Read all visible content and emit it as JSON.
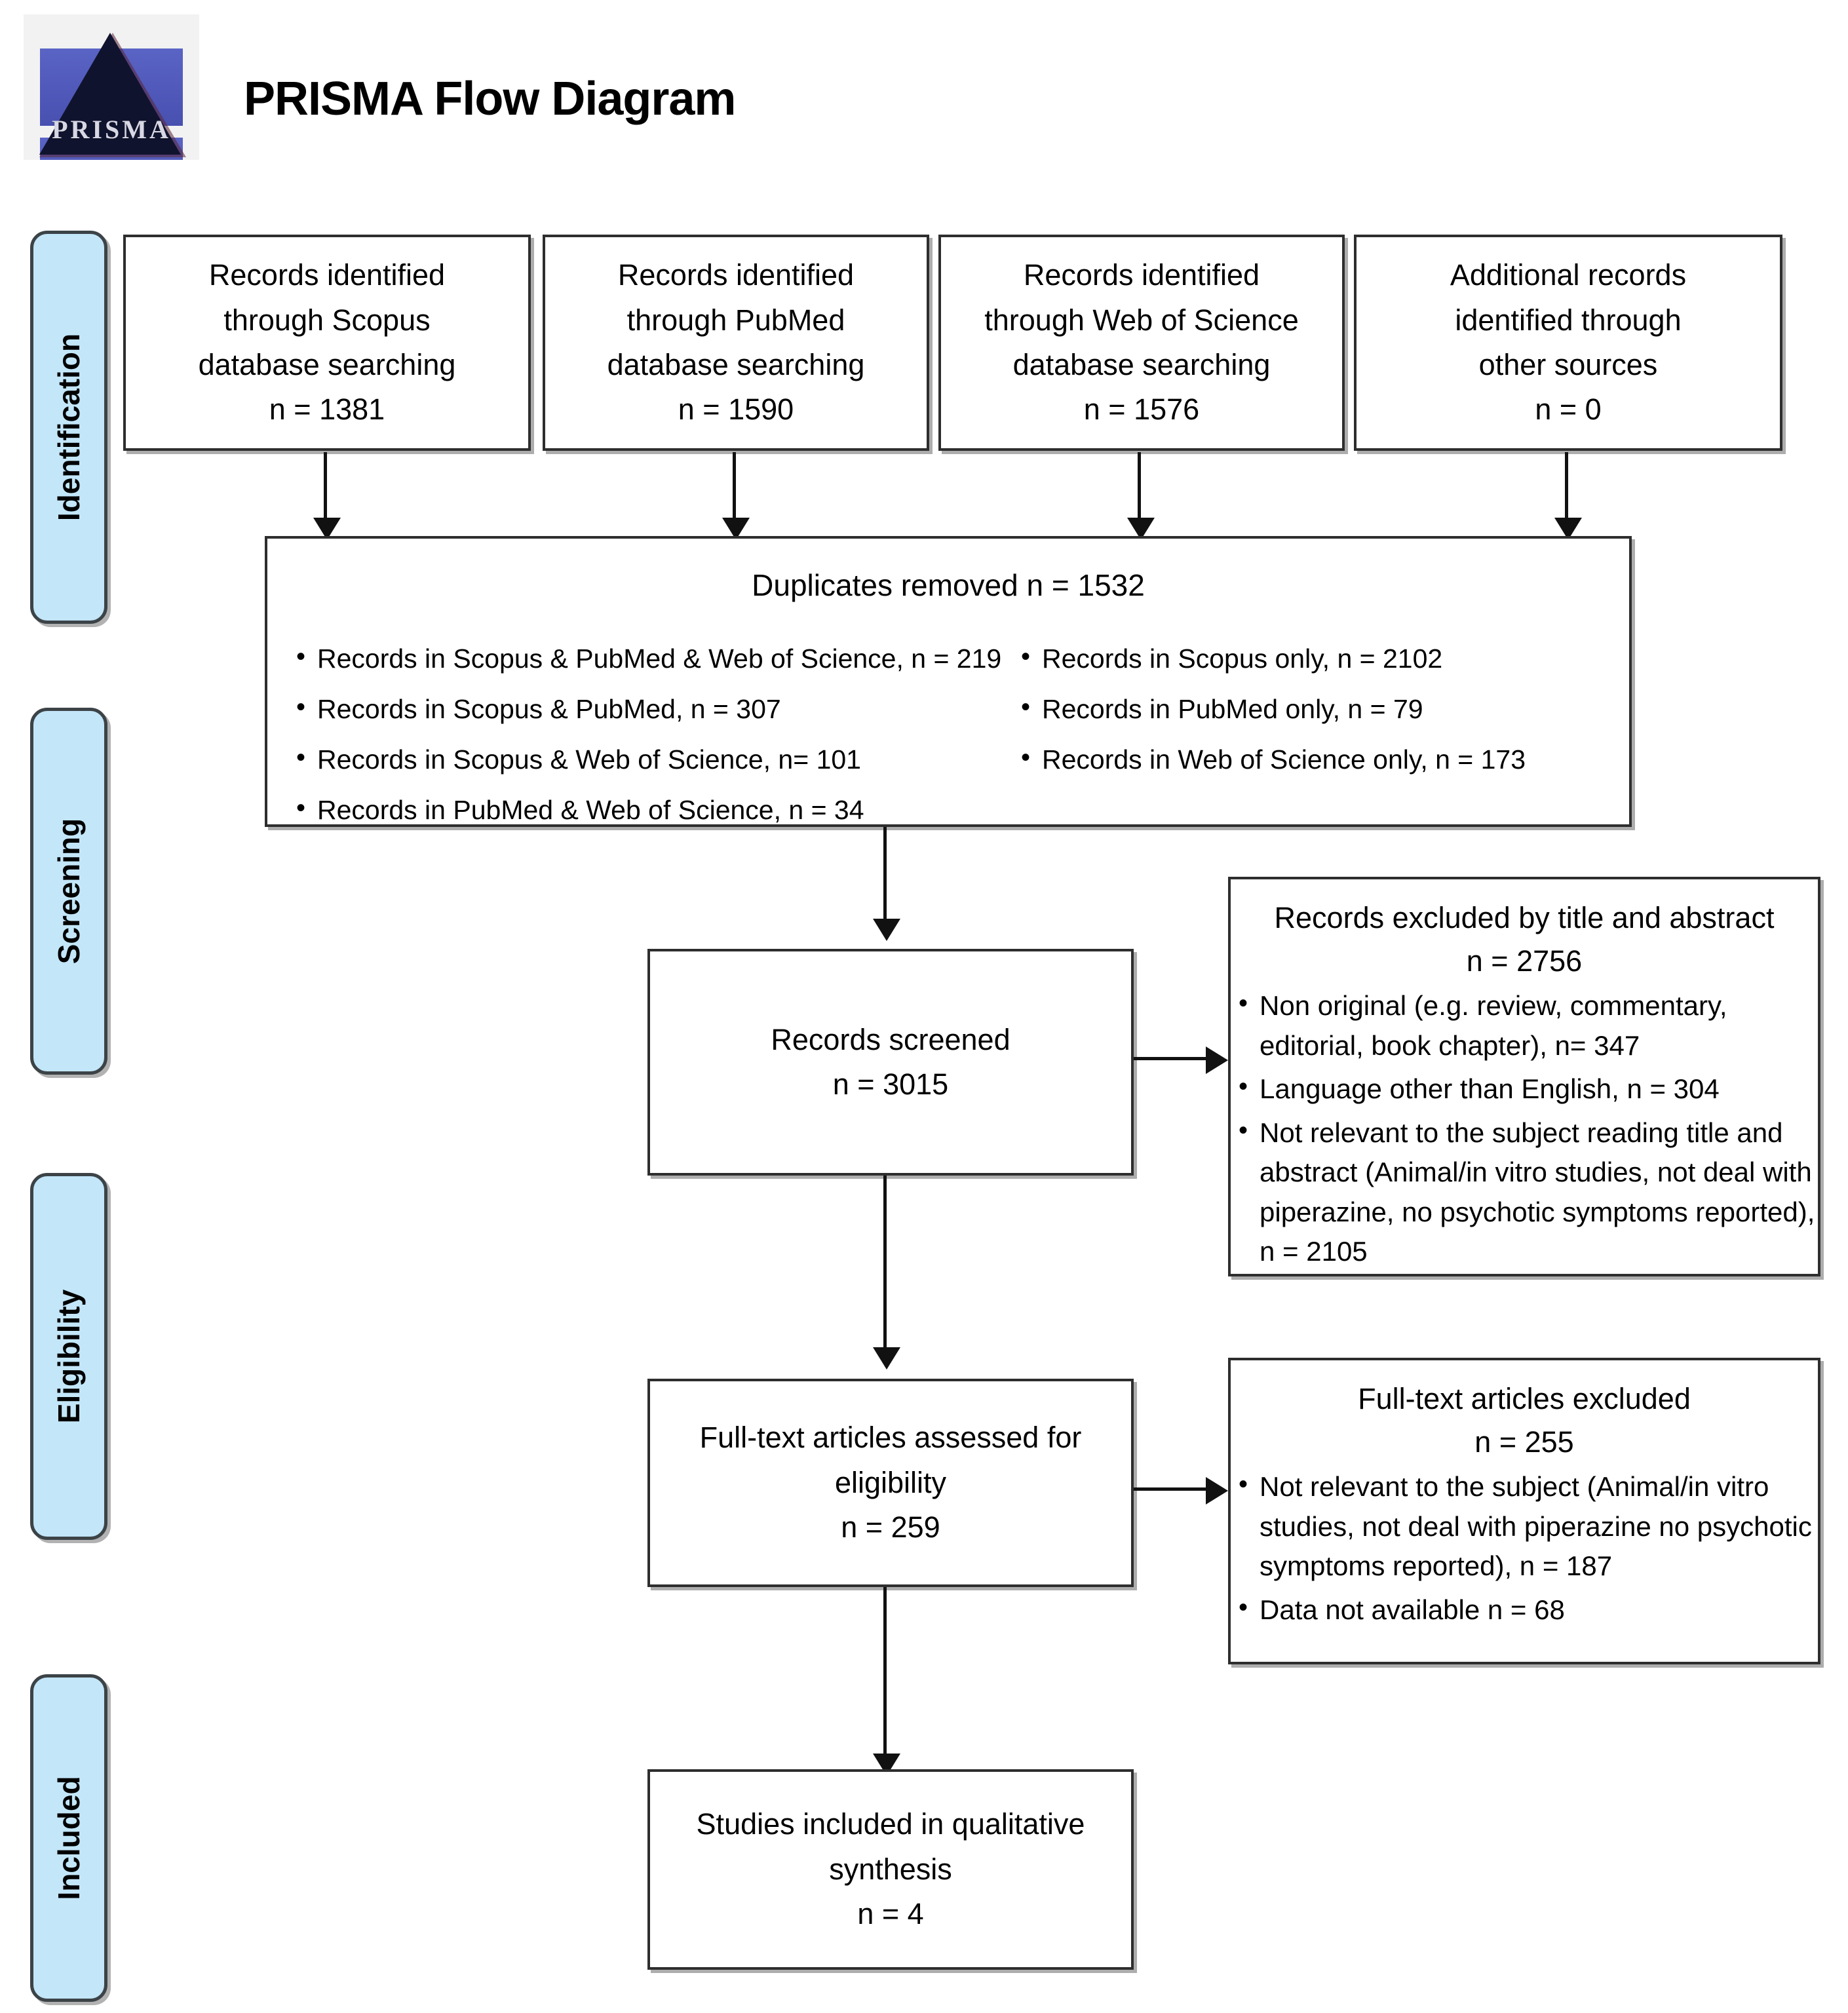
{
  "header": {
    "title": "PRISMA Flow Diagram",
    "logo_word": "PRISMA",
    "logo_alt": "prisma-pyramid-logo"
  },
  "stages": [
    {
      "id": "identification",
      "label": "Identification"
    },
    {
      "id": "screening",
      "label": "Screening"
    },
    {
      "id": "eligibility",
      "label": "Eligibility"
    },
    {
      "id": "included",
      "label": "Included"
    }
  ],
  "identification_boxes": [
    {
      "line1": "Records identified",
      "line2": "through Scopus",
      "line3": "database searching",
      "count": "n = 1381"
    },
    {
      "line1": "Records identified",
      "line2": "through PubMed",
      "line3": "database searching",
      "count": "n = 1590"
    },
    {
      "line1": "Records identified",
      "line2": "through Web of Science",
      "line3": "database searching",
      "count": "n = 1576"
    },
    {
      "line1": "Additional records",
      "line2": "identified through",
      "line3": "other sources",
      "count": "n = 0"
    }
  ],
  "duplicates": {
    "title": "Duplicates removed n = 1532",
    "left_items": [
      "Records in Scopus & PubMed & Web of Science, n = 219",
      "Records in Scopus & PubMed, n = 307",
      "Records in Scopus & Web of Science, n= 101",
      "Records in PubMed & Web of Science, n = 34"
    ],
    "right_items": [
      "Records in Scopus only, n = 2102",
      "Records in PubMed only, n = 79",
      "Records in Web of Science only, n = 173"
    ]
  },
  "screened": {
    "label": "Records screened",
    "count": "n = 3015"
  },
  "excluded_title_abstract": {
    "title": "Records excluded by title and abstract",
    "count": "n = 2756",
    "items": [
      "Non original (e.g. review, commentary, editorial, book chapter), n= 347",
      "Language other than English, n = 304",
      "Not relevant to the subject reading title and abstract (Animal/in vitro studies, not deal with piperazine, no psychotic symptoms reported), n = 2105"
    ]
  },
  "fulltext_assessed": {
    "line1": "Full-text articles assessed for",
    "line2": "eligibility",
    "count": "n = 259"
  },
  "fulltext_excluded": {
    "title": "Full-text articles excluded",
    "count": "n = 255",
    "items": [
      "Not relevant to the subject (Animal/in vitro studies, not deal with piperazine no psychotic symptoms reported), n = 187",
      "Data not available n = 68"
    ]
  },
  "included_studies": {
    "line1": "Studies included in qualitative",
    "line2": "synthesis",
    "count": "n = 4"
  },
  "colors": {
    "stage_fill": "#c3e6f9",
    "stage_border": "#3c4347",
    "box_border": "#2e2e2e",
    "connector": "#111111",
    "logo_blue": "#4a53b5"
  }
}
